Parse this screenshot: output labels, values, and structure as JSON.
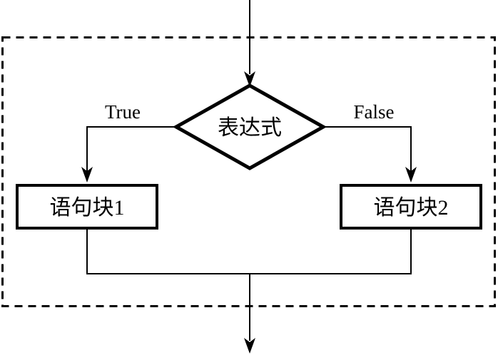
{
  "diagram": {
    "type": "flowchart",
    "background_color": "#ffffff",
    "line_color": "#000000",
    "boundary_style": "dashed",
    "decision": {
      "shape": "diamond",
      "label": "表达式"
    },
    "branches": {
      "true_label": "True",
      "false_label": "False"
    },
    "blocks": [
      {
        "shape": "rect",
        "label": "语句块1"
      },
      {
        "shape": "rect",
        "label": "语句块2"
      }
    ]
  }
}
